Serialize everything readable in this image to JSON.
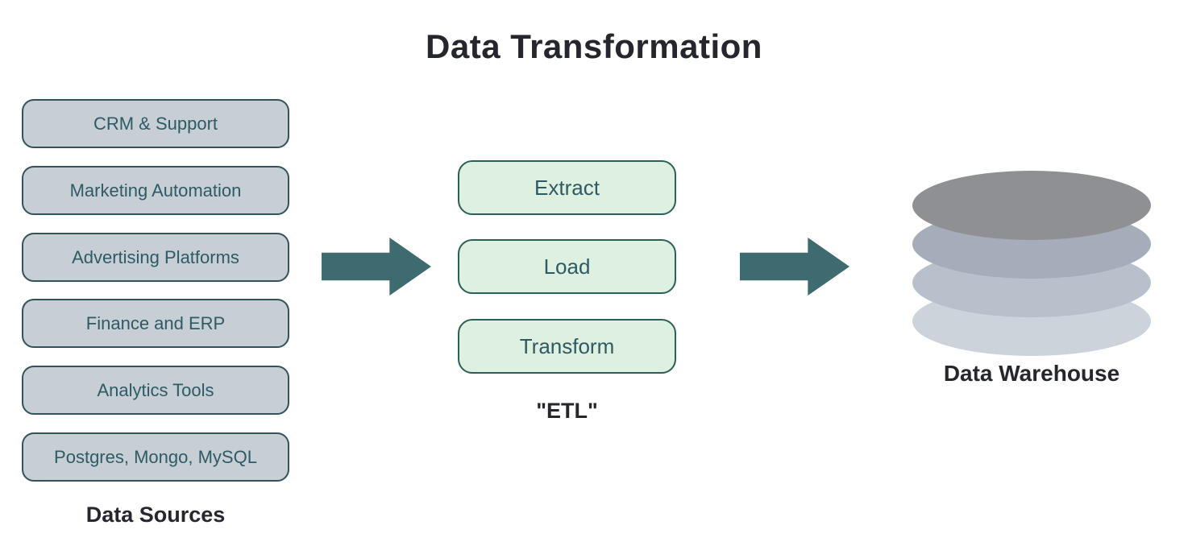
{
  "title": "Data Transformation",
  "sources": {
    "items": [
      "CRM & Support",
      "Marketing Automation",
      "Advertising Platforms",
      "Finance and ERP",
      "Analytics Tools",
      "Postgres, Mongo, MySQL"
    ],
    "label": "Data Sources"
  },
  "etl": {
    "steps": [
      "Extract",
      "Load",
      "Transform"
    ],
    "label": "\"ETL\""
  },
  "warehouse": {
    "label": "Data Warehouse",
    "layer_colors": [
      "#8f9093",
      "#a4adb9",
      "#b8c1cb",
      "#ccd3db"
    ]
  },
  "colors": {
    "source_box_fill": "#c7cfd5",
    "source_box_border": "#32525c",
    "source_box_text": "#2e5a66",
    "etl_box_fill": "#def0e0",
    "etl_box_border": "#2c5f58",
    "etl_box_text": "#2e5a66",
    "arrow_fill": "#3d6b70",
    "heading_text": "#26262e"
  }
}
